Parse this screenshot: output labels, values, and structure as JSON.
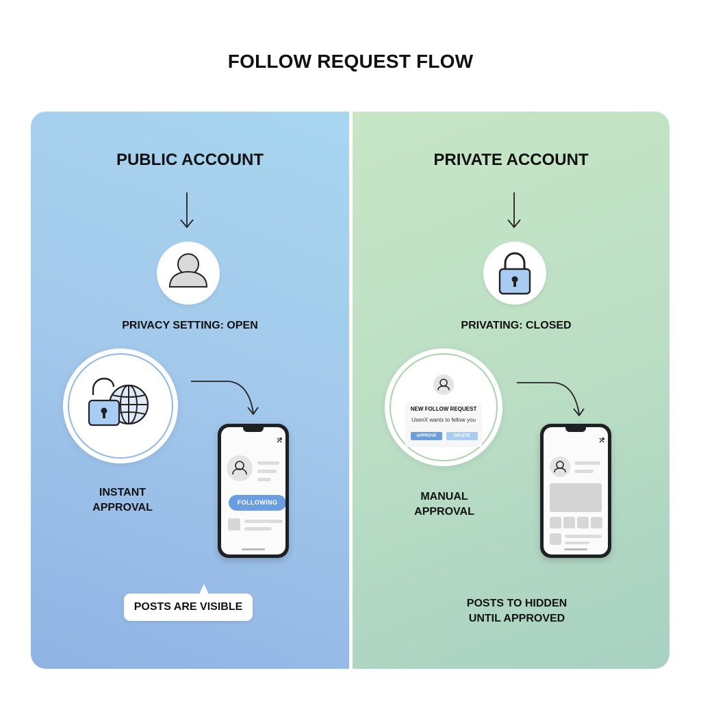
{
  "title": "FOLLOW REQUEST FLOW",
  "public": {
    "heading": "PUBLIC ACCOUNT",
    "setting_label": "PRIVACY SETTING: OPEN",
    "approval_line1": "INSTANT",
    "approval_line2": "APPROVAL",
    "following_label": "FOLLOWING",
    "posts_note": "POSTS ARE VISIBLE"
  },
  "private": {
    "heading": "PRIVATE ACCOUNT",
    "setting_label": "PRIVATING: CLOSED",
    "approval_line1": "MANUAL",
    "approval_line2": "APPROVAL",
    "request_title": "NEW FOLLOW REQUEST",
    "request_subtitle": "UsenX wants to fellow you",
    "approve_label": "APPROVE",
    "delete_label": "DELETE",
    "posts_note_line1": "POSTS TO HIDDEN",
    "posts_note_line2": "UNTIL APPROVED"
  },
  "colors": {
    "public_bg": "#a3c9ec",
    "private_bg": "#bbdec4",
    "accent_blue": "#6a9ee0",
    "phone_body": "#1f2024"
  },
  "icons": [
    "arrow-down-icon",
    "user-icon",
    "lock-icon",
    "unlock-icon",
    "globe-icon",
    "curved-arrow-icon",
    "share-icon"
  ]
}
